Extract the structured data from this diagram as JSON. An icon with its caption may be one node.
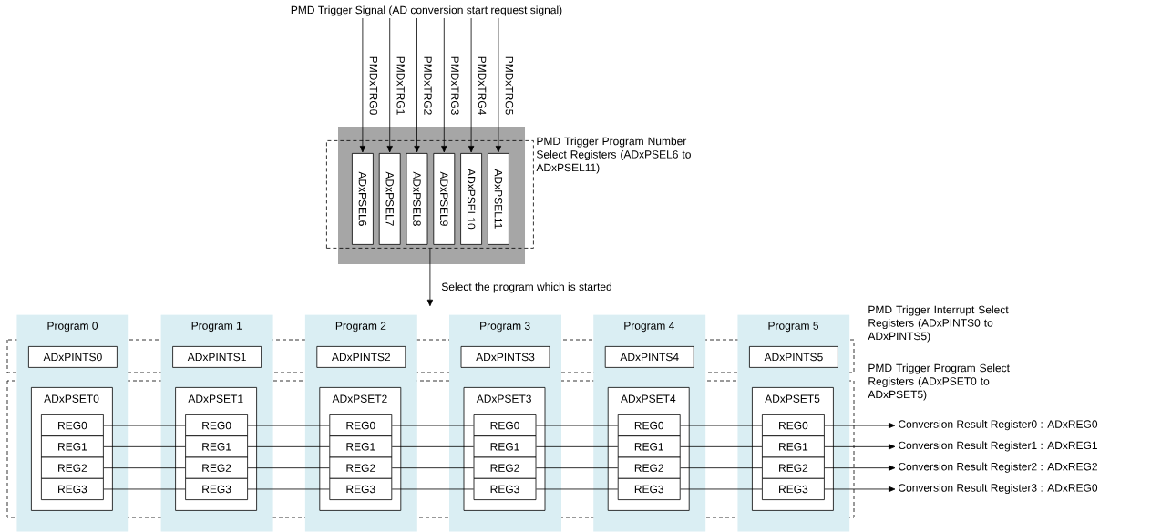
{
  "diagram": {
    "nodes": [
      {
        "text": [
          "PMD Trigger Signal (AD conversion start request signal)"
        ]
      },
      {
        "text": [
          "PMD Trigger Program Number Select Registers (ADxPSEL6 to ADxPSEL11)"
        ]
      },
      {
        "text": [
          "ADxPSEL6"
        ],
        "in": 1
      },
      {
        "text": [
          "ADxPSEL7"
        ],
        "in": 1
      },
      {
        "text": [
          "ADxPSEL8"
        ],
        "in": 1
      },
      {
        "text": [
          "ADxPSEL9"
        ],
        "in": 1
      },
      {
        "text": [
          "ADxPSEL10"
        ],
        "in": 1
      },
      {
        "text": [
          "ADxPSEL11"
        ],
        "in": 1
      },
      {
        "text": [
          "Program 0"
        ]
      },
      {
        "text": [
          "ADxPINTS0"
        ],
        "in": 8
      },
      {
        "text": [
          "ADxPSET0"
        ],
        "in": 8
      },
      {
        "text": [
          "REG0"
        ],
        "in": 10
      },
      {
        "text": [
          "REG1"
        ],
        "in": 10
      },
      {
        "text": [
          "REG2"
        ],
        "in": 10
      },
      {
        "text": [
          "REG3"
        ],
        "in": 10
      },
      {
        "text": [
          "Program 1"
        ]
      },
      {
        "text": [
          "ADxPINTS1"
        ],
        "in": 15
      },
      {
        "text": [
          "ADxPSET1"
        ],
        "in": 15
      },
      {
        "text": [
          "REG0"
        ],
        "in": 17
      },
      {
        "text": [
          "REG1"
        ],
        "in": 17
      },
      {
        "text": [
          "REG2"
        ],
        "in": 17
      },
      {
        "text": [
          "REG3"
        ],
        "in": 17
      },
      {
        "text": [
          "Program 2"
        ]
      },
      {
        "text": [
          "ADxPINTS2"
        ],
        "in": 22
      },
      {
        "text": [
          "ADxPSET2"
        ],
        "in": 22
      },
      {
        "text": [
          "REG0"
        ],
        "in": 24
      },
      {
        "text": [
          "REG1"
        ],
        "in": 24
      },
      {
        "text": [
          "REG2"
        ],
        "in": 24
      },
      {
        "text": [
          "REG3"
        ],
        "in": 24
      },
      {
        "text": [
          "Program 3"
        ]
      },
      {
        "text": [
          "ADxPINTS3"
        ],
        "in": 29
      },
      {
        "text": [
          "ADxPSET3"
        ],
        "in": 29
      },
      {
        "text": [
          "REG0"
        ],
        "in": 31
      },
      {
        "text": [
          "REG1"
        ],
        "in": 31
      },
      {
        "text": [
          "REG2"
        ],
        "in": 31
      },
      {
        "text": [
          "REG3"
        ],
        "in": 31
      },
      {
        "text": [
          "Program 4"
        ]
      },
      {
        "text": [
          "ADxPINTS4"
        ],
        "in": 36
      },
      {
        "text": [
          "ADxPSET4"
        ],
        "in": 36
      },
      {
        "text": [
          "REG0"
        ],
        "in": 38
      },
      {
        "text": [
          "REG1"
        ],
        "in": 38
      },
      {
        "text": [
          "REG2"
        ],
        "in": 38
      },
      {
        "text": [
          "REG3"
        ],
        "in": 38
      },
      {
        "text": [
          "Program 5"
        ]
      },
      {
        "text": [
          "ADxPINTS5"
        ],
        "in": 43
      },
      {
        "text": [
          "ADxPSET5"
        ],
        "in": 43
      },
      {
        "text": [
          "REG0"
        ],
        "in": 45
      },
      {
        "text": [
          "REG1"
        ],
        "in": 45
      },
      {
        "text": [
          "REG2"
        ],
        "in": 45
      },
      {
        "text": [
          "REG3"
        ],
        "in": 45
      },
      {
        "text": [
          "Conversion Result Register0 : ADxREG0"
        ]
      },
      {
        "text": [
          "Conversion Result Register1 : ADxREG1"
        ]
      },
      {
        "text": [
          "Conversion Result Register2 : ADxREG2"
        ]
      },
      {
        "text": [
          "Conversion Result Register3 : ADxREG0"
        ]
      }
    ],
    "edges": [
      {
        "from": 0,
        "to": 2,
        "arrow": "to",
        "label": "PMDxTRG0"
      },
      {
        "from": 0,
        "to": 3,
        "arrow": "to",
        "label": "PMDxTRG1"
      },
      {
        "from": 0,
        "to": 4,
        "arrow": "to",
        "label": "PMDxTRG2"
      },
      {
        "from": 0,
        "to": 5,
        "arrow": "to",
        "label": "PMDxTRG3"
      },
      {
        "from": 0,
        "to": 6,
        "arrow": "to",
        "label": "PMDxTRG4"
      },
      {
        "from": 0,
        "to": 7,
        "arrow": "to",
        "label": "PMDxTRG5"
      },
      {
        "from": 1,
        "to": null,
        "arrow": "to",
        "label": "Select the program which is started"
      },
      {
        "from": 11,
        "to": 18,
        "arrow": "none"
      },
      {
        "from": 12,
        "to": 19,
        "arrow": "none"
      },
      {
        "from": 13,
        "to": 20,
        "arrow": "none"
      },
      {
        "from": 14,
        "to": 21,
        "arrow": "none"
      },
      {
        "from": 18,
        "to": 25,
        "arrow": "none"
      },
      {
        "from": 19,
        "to": 26,
        "arrow": "none"
      },
      {
        "from": 20,
        "to": 27,
        "arrow": "none"
      },
      {
        "from": 21,
        "to": 28,
        "arrow": "none"
      },
      {
        "from": 25,
        "to": 32,
        "arrow": "none"
      },
      {
        "from": 26,
        "to": 33,
        "arrow": "none"
      },
      {
        "from": 27,
        "to": 34,
        "arrow": "none"
      },
      {
        "from": 28,
        "to": 35,
        "arrow": "none"
      },
      {
        "from": 32,
        "to": 39,
        "arrow": "none"
      },
      {
        "from": 33,
        "to": 40,
        "arrow": "none"
      },
      {
        "from": 34,
        "to": 41,
        "arrow": "none"
      },
      {
        "from": 35,
        "to": 42,
        "arrow": "none"
      },
      {
        "from": 39,
        "to": 46,
        "arrow": "none"
      },
      {
        "from": 40,
        "to": 47,
        "arrow": "none"
      },
      {
        "from": 41,
        "to": 48,
        "arrow": "none"
      },
      {
        "from": 42,
        "to": 49,
        "arrow": "none"
      },
      {
        "from": 46,
        "to": 50,
        "arrow": "to"
      },
      {
        "from": 47,
        "to": 51,
        "arrow": "to"
      },
      {
        "from": 48,
        "to": 52,
        "arrow": "to"
      },
      {
        "from": 49,
        "to": 53,
        "arrow": "to"
      }
    ],
    "labels": [
      "PMD Trigger Interrupt Select Registers (ADxPINTS0 to ADxPINTS5)",
      "PMD Trigger Program Select Registers (ADxPSET0 to ADxPSET5)"
    ]
  }
}
